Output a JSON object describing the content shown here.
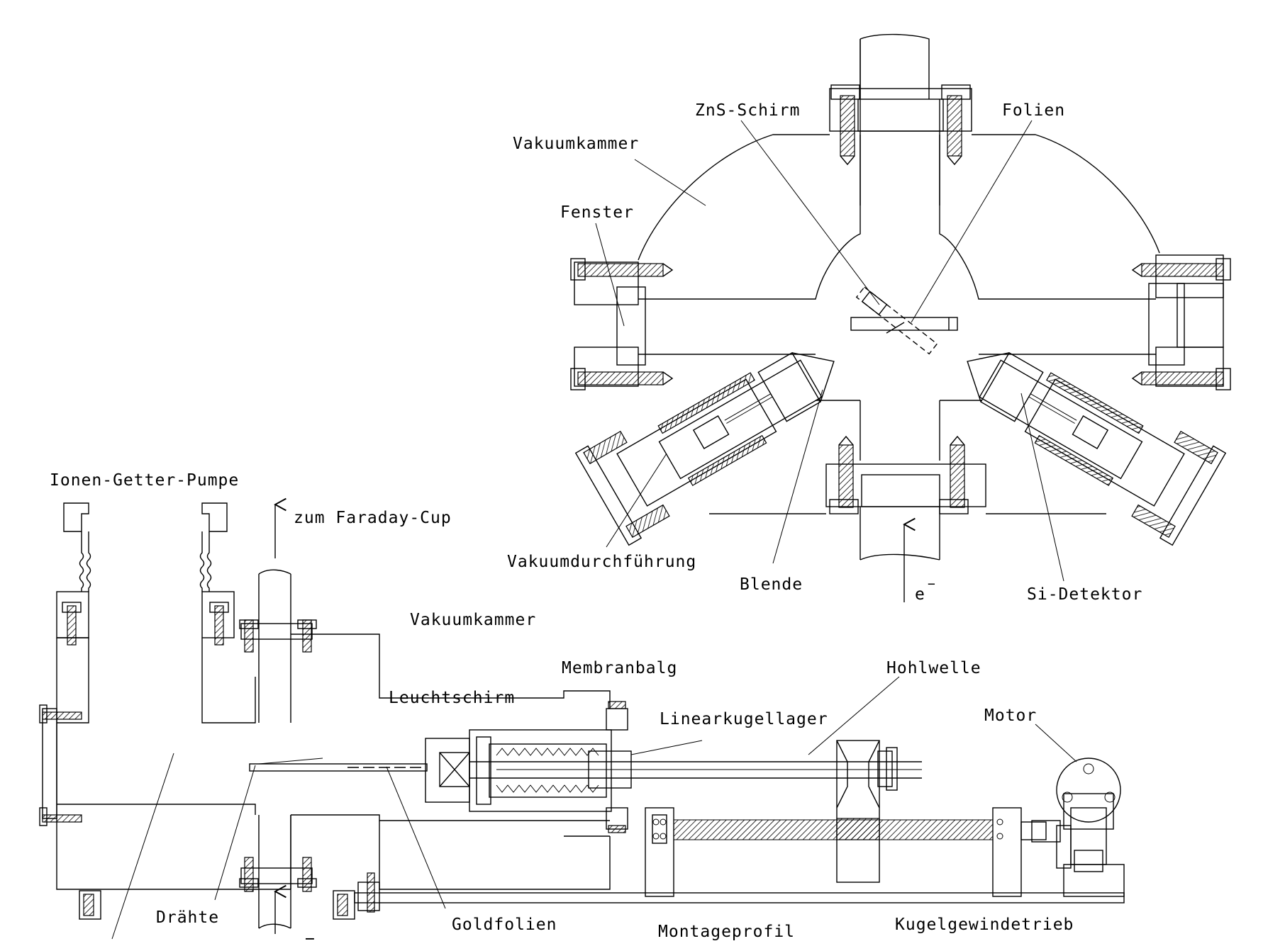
{
  "labels": {
    "zns_schirm": "ZnS-Schirm",
    "folien": "Folien",
    "vakuumkammer_top": "Vakuumkammer",
    "fenster": "Fenster",
    "vakuumdurchfuehrung": "Vakuumdurchführung",
    "blende": "Blende",
    "electron_top": "e",
    "electron_sup": "−",
    "si_detektor": "Si-Detektor",
    "ionen_getter_pumpe": "Ionen-Getter-Pumpe",
    "zum_faraday_cup": "zum Faraday-Cup",
    "vakuumkammer_bottom": "Vakuumkammer",
    "membranbalg": "Membranbalg",
    "hohlwelle": "Hohlwelle",
    "leuchtschirm": "Leuchtschirm",
    "linearkugellager": "Linearkugellager",
    "motor": "Motor",
    "draehte": "Drähte",
    "goldfolien": "Goldfolien",
    "montageprofil": "Montageprofil",
    "kugelgewindetrieb": "Kugelgewindetrieb",
    "electron_bottom_sup": "−"
  }
}
